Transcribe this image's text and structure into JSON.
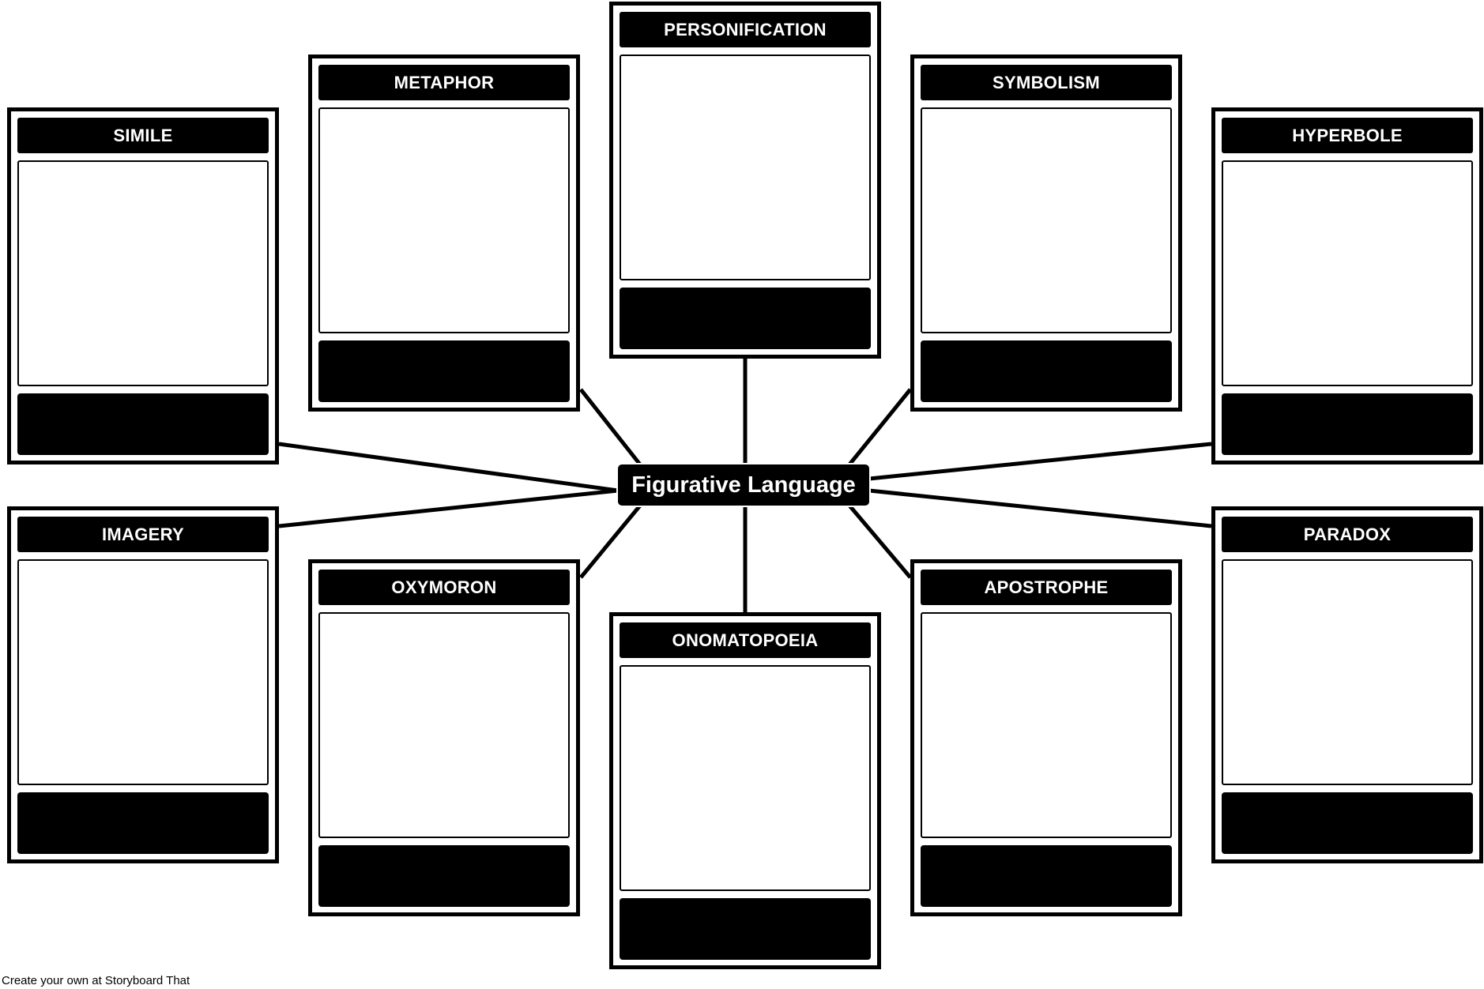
{
  "diagram": {
    "center_label": "Figurative Language",
    "cards": [
      {
        "id": "simile",
        "title": "SIMILE"
      },
      {
        "id": "metaphor",
        "title": "METAPHOR"
      },
      {
        "id": "personification",
        "title": "PERSONIFICATION"
      },
      {
        "id": "symbolism",
        "title": "SYMBOLISM"
      },
      {
        "id": "hyperbole",
        "title": "HYPERBOLE"
      },
      {
        "id": "imagery",
        "title": "IMAGERY"
      },
      {
        "id": "oxymoron",
        "title": "OXYMORON"
      },
      {
        "id": "onomatopoeia",
        "title": "ONOMATOPOEIA"
      },
      {
        "id": "apostrophe",
        "title": "APOSTROPHE"
      },
      {
        "id": "paradox",
        "title": "PARADOX"
      }
    ]
  },
  "footer": {
    "credit": "Create your own at Storyboard That"
  },
  "colors": {
    "ink": "#000000",
    "paper": "#ffffff"
  }
}
